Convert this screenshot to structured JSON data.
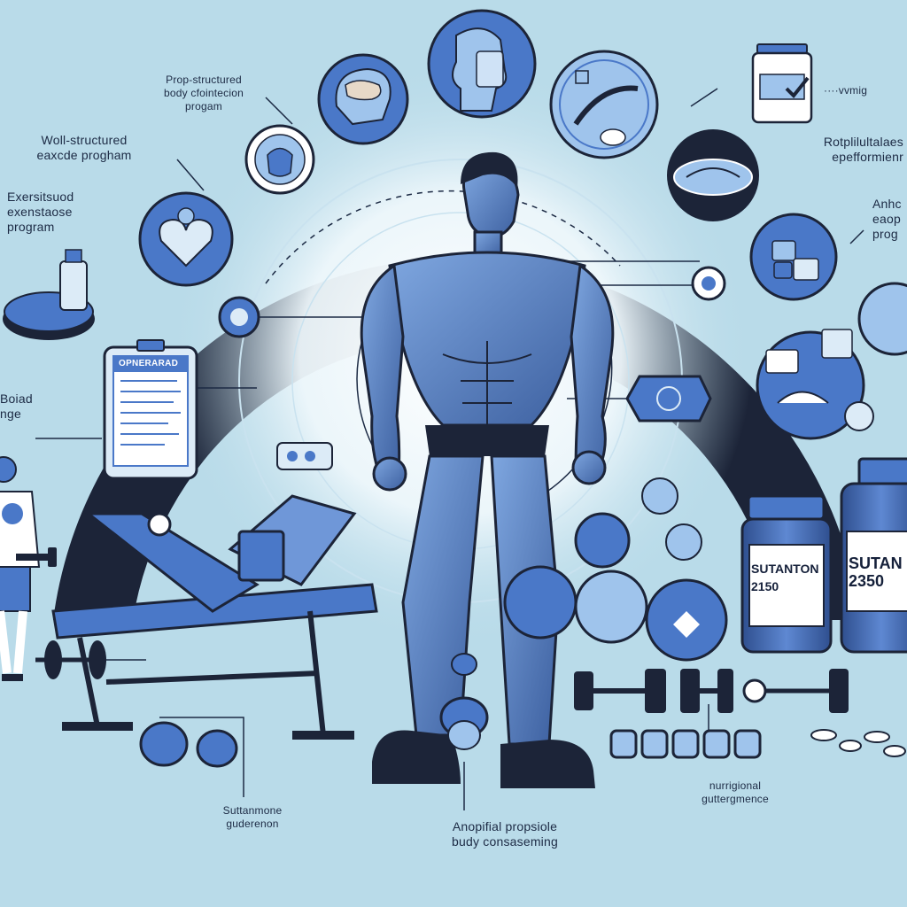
{
  "palette": {
    "background": "#b9dbe9",
    "arc": "#1c2438",
    "blue": "#4a78c8",
    "blue_light": "#9fc4ec",
    "dark": "#1c2a44"
  },
  "labels": {
    "top_center": "Prop-structured\nbody cfointecion\nprogam",
    "left_1": "Woll-structured\neaxcde progham",
    "left_2": "Exersitsuod\nexenstaose\nprogram",
    "left_edge": "Boiad\nnge",
    "right_1": "····vvmig",
    "right_2": "Rotplilultalaes\nepefformienr",
    "right_3": "Anhc\neaop\nprog",
    "bottom_left": "Suttanmone\nguderenon",
    "bottom_center": "Anopifial propsiole\nbudy consaseming",
    "bottom_right": "nurrigional\nguttergmence"
  },
  "tablet": {
    "title": "OPNERARAD"
  },
  "bottles": {
    "left_label": "SUTANTON\n2150",
    "right_label": "SUTAN\n2350"
  },
  "icons": [
    "brain-icon",
    "head-profile-icon",
    "dna-icon",
    "heart-icon",
    "supplement-jar-icon",
    "pills-icon",
    "scale-icon",
    "bowl-icon",
    "clipboard-tablet-icon",
    "dumbbell-icon",
    "weight-bench-icon",
    "capsule-icon",
    "bottle-icon",
    "athlete-icon"
  ]
}
